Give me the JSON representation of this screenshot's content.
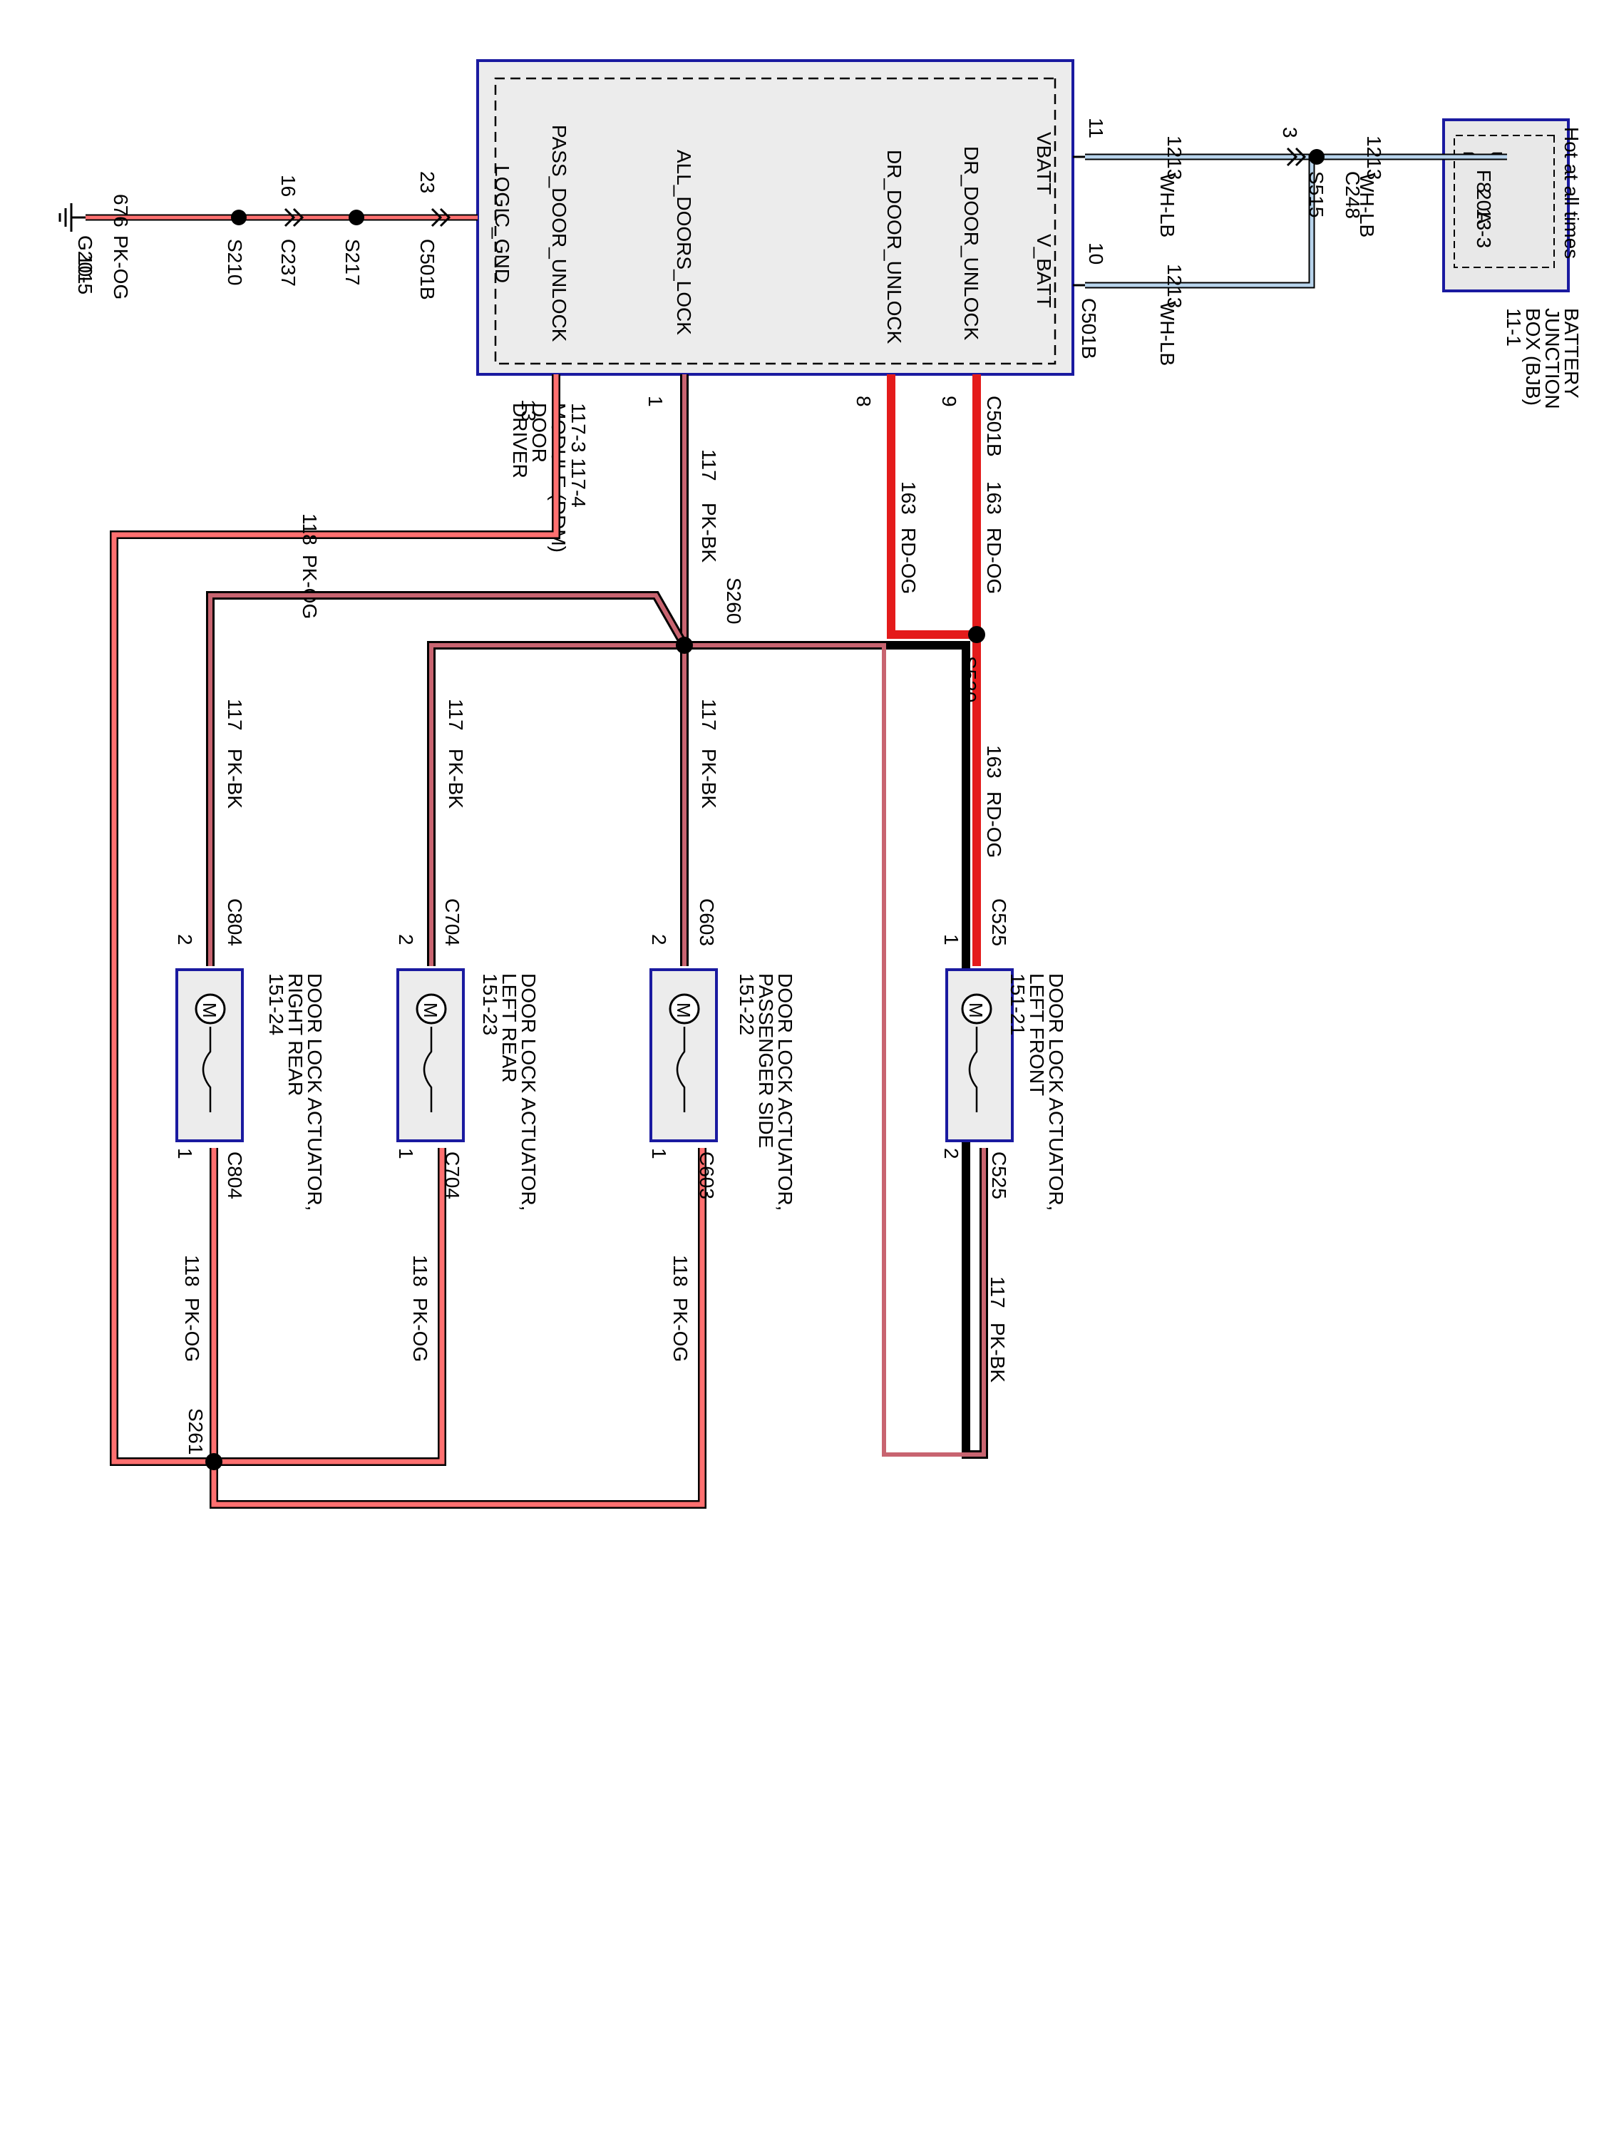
{
  "colors": {
    "rd_og": "#e41b1b",
    "pk_og": "#ff7070",
    "pk_bk": "#c86470",
    "wh_lb": "#b8d4ec",
    "border_blue": "#1a1aa0",
    "module_fill": "#ececec"
  },
  "ddm": {
    "pins": {
      "logic_gnd": "LOGIC_GND",
      "pass_door_unlock": "PASS_DOOR_UNLOCK",
      "all_doors_lock": "ALL_DOORS_LOCK",
      "dr_door_unlock": "DR_DOOR_UNLOCK",
      "dr_door_unlock2": "DR_DOOR_UNLOCK",
      "vbatt": "VBATT",
      "v_batt": "V_BATT"
    },
    "name": [
      "DRIVER",
      "DOOR",
      "MODULE (DDM)",
      "117-3    117-4"
    ],
    "connector": "C501B",
    "pin_numbers": {
      "p23": "23",
      "p13": "13",
      "p1": "1",
      "p8": "8",
      "p9": "9",
      "p11": "11",
      "p10": "10"
    }
  },
  "bjb": {
    "fuse": [
      "F8",
      "20A",
      "13-3"
    ],
    "hot": "Hot at all times",
    "name": [
      "BATTERY",
      "JUNCTION",
      "BOX (BJB)",
      "11-1"
    ]
  },
  "wires": {
    "w1213": "1213",
    "wh_lb": "WH-LB",
    "w676": "676",
    "pk_og": "PK-OG",
    "w118": "118",
    "w117": "117",
    "pk_bk": "PK-BK",
    "w163": "163",
    "rd_og": "RD-OG"
  },
  "splices": {
    "s515": "S515",
    "s210": "S210",
    "s217": "S217",
    "s260": "S260",
    "s520": "S520",
    "s261": "S261"
  },
  "connectors": {
    "c248": "C248",
    "c237": "C237",
    "c501b": "C501B",
    "c804": "C804",
    "c704": "C704",
    "c603": "C603",
    "c525": "C525",
    "pin3": "3",
    "pin16": "16",
    "pin1": "1",
    "pin2": "2"
  },
  "ground": {
    "name": "G201",
    "ref": "10-5"
  },
  "actuators": {
    "rr": [
      "DOOR LOCK ACTUATOR,",
      "RIGHT REAR",
      "151-24"
    ],
    "lr": [
      "DOOR LOCK ACTUATOR,",
      "LEFT REAR",
      "151-23"
    ],
    "ps": [
      "DOOR LOCK ACTUATOR,",
      "PASSENGER SIDE",
      "151-22"
    ],
    "lf": [
      "DOOR LOCK ACTUATOR,",
      "LEFT FRONT",
      "151-21"
    ],
    "motor_letter": "M"
  }
}
